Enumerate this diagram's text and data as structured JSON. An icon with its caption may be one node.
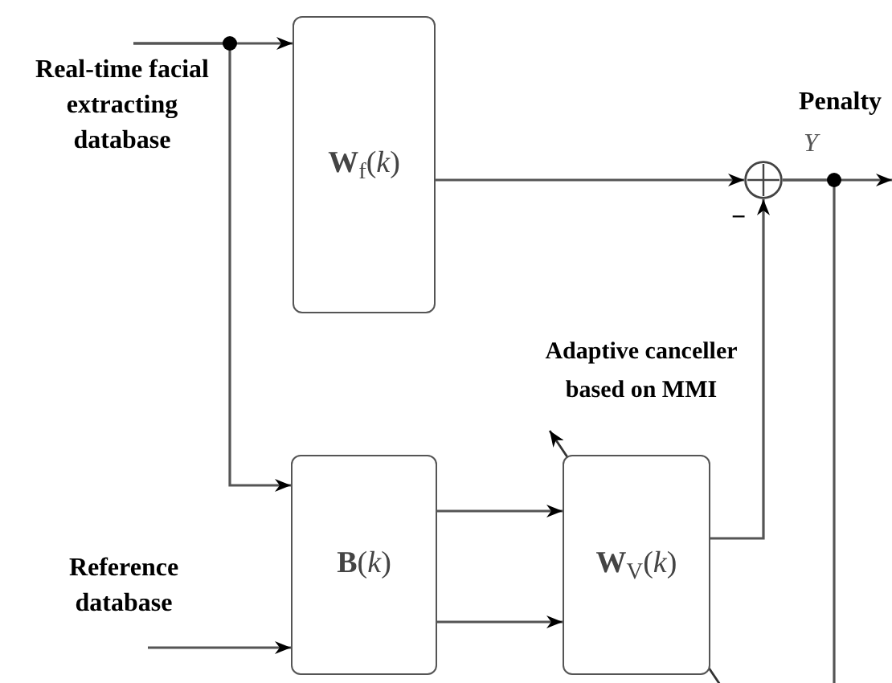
{
  "diagram": {
    "nodes": [
      {
        "text": [
          "Real-time facial extracting database"
        ]
      },
      {
        "text": [
          "Reference database"
        ]
      },
      {
        "text": [
          "**W**$_{f}$(*k*)"
        ]
      },
      {
        "text": [
          "**B**(*k*)"
        ]
      },
      {
        "text": [
          "**W**$_{V}$(*k*)"
        ]
      },
      {
        "text": [],
        "shape": "circle"
      }
    ],
    "edges": [
      {
        "from": 0,
        "to": 2,
        "arrow": "to"
      },
      {
        "from": 0,
        "to": 3,
        "arrow": "to"
      },
      {
        "from": 2,
        "to": 5,
        "arrow": "to"
      },
      {
        "from": 3,
        "to": 4,
        "arrow": "to"
      },
      {
        "from": 3,
        "to": 4,
        "arrow": "to"
      },
      {
        "from": 4,
        "to": 5,
        "arrow": "to"
      },
      {
        "from": 1,
        "to": 3,
        "arrow": "to"
      },
      {
        "from": 5,
        "to": null,
        "arrow": "to"
      },
      {
        "from": 5,
        "to": null,
        "arrow": "none"
      }
    ],
    "labels": [
      "Penalty",
      "Y",
      "−",
      "Adaptive canceller based on MMI"
    ]
  }
}
